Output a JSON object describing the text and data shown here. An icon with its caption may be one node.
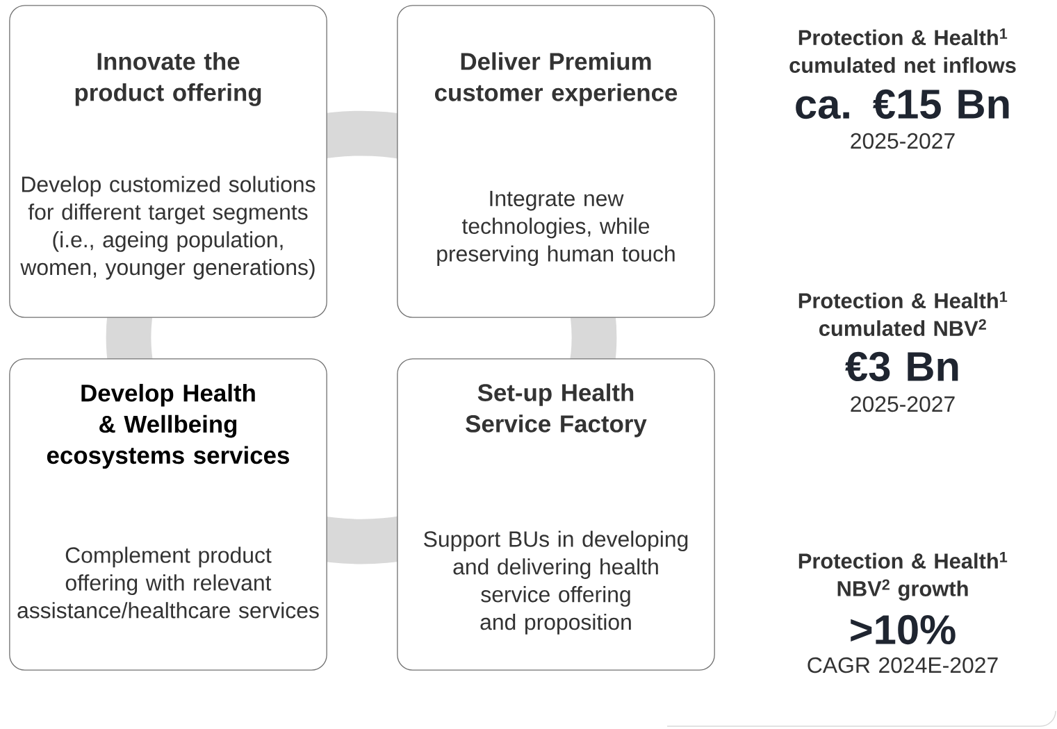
{
  "diagram": {
    "nodes": [
      {
        "text": [
          "Innovate the product offering",
          "Develop customized solutions for different target segments (i.e., ageing population, women, younger generations)"
        ]
      },
      {
        "text": [
          "Deliver Premium customer experience",
          "Integrate new technologies, while preserving human touch"
        ]
      },
      {
        "text": [
          "Develop Health & Wellbeing ecosystems services",
          "Complement product offering with relevant assistance/healthcare services"
        ]
      },
      {
        "text": [
          "Set-up Health Service Factory",
          "Support BUs in developing and delivering health service offering and proposition"
        ]
      }
    ],
    "labels": [
      "Protection & Health$^{1}$ cumulated net inflows",
      "ca. €15 Bn",
      "2025-2027",
      "Protection & Health$^{1}$ cumulated NBV$^{2}$",
      "€3 Bn",
      "2025-2027",
      "Protection & Health$^{1}$ NBV$^{2}$ growth",
      ">10%",
      "CAGR 2024E-2027"
    ]
  }
}
